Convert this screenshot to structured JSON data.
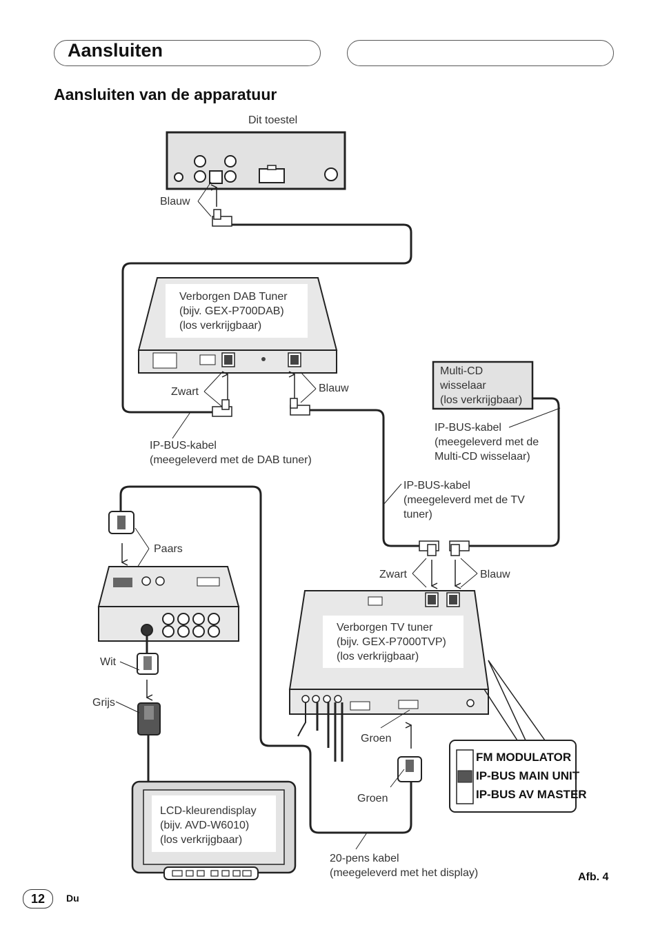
{
  "header": {
    "title": "Aansluiten"
  },
  "section": {
    "title": "Aansluiten van de apparatuur"
  },
  "labels": {
    "dit_toestel": "Dit toestel",
    "blauw_1": "Blauw",
    "dab_tuner": [
      "Verborgen DAB Tuner",
      "(bijv. GEX-P700DAB)",
      "(los verkrijgbaar)"
    ],
    "zwart_1": "Zwart",
    "blauw_2": "Blauw",
    "multi_cd": [
      "Multi-CD",
      "wisselaar",
      "(los verkrijgbaar)"
    ],
    "ipbus_multicd": [
      "IP-BUS-kabel",
      "(meegeleverd met de",
      "Multi-CD wisselaar)"
    ],
    "ipbus_dab": [
      "IP-BUS-kabel",
      "(meegeleverd met de DAB tuner)"
    ],
    "ipbus_tv": [
      "IP-BUS-kabel",
      "(meegeleverd met de TV",
      "tuner)"
    ],
    "paars": "Paars",
    "zwart_2": "Zwart",
    "blauw_3": "Blauw",
    "tv_tuner": [
      "Verborgen TV tuner",
      "(bijv. GEX-P7000TVP)",
      "(los verkrijgbaar)"
    ],
    "wit": "Wit",
    "grijs": "Grijs",
    "groen_1": "Groen",
    "groen_2": "Groen",
    "lcd": [
      "LCD-kleurendisplay",
      "(bijv. AVD-W6010)",
      "(los verkrijgbaar)"
    ],
    "pens_kabel": [
      "20-pens kabel",
      "(meegeleverd met het display)"
    ]
  },
  "switch": {
    "items": [
      "FM MODULATOR",
      "IP-BUS MAIN UNIT",
      "IP-BUS AV MASTER"
    ],
    "selected_index": 1
  },
  "footer": {
    "page": "12",
    "lang": "Du",
    "figure": "Afb. 4"
  }
}
